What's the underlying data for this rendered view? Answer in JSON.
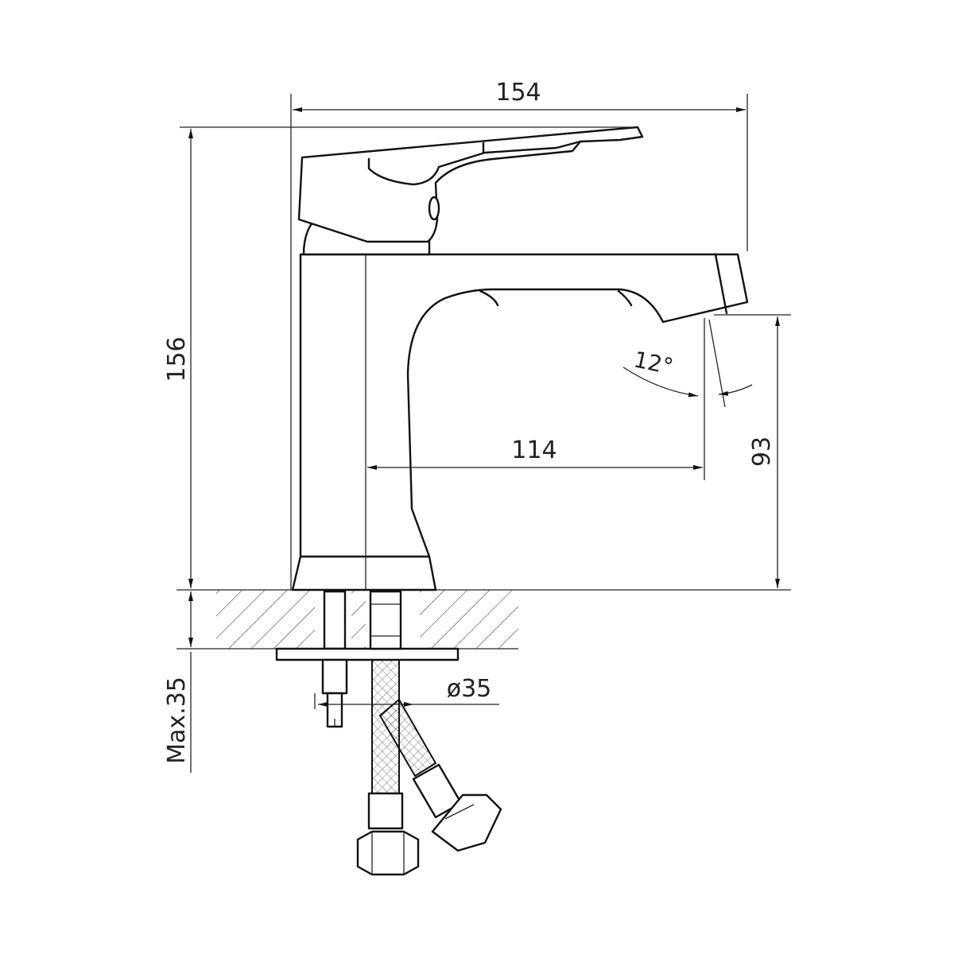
{
  "dimensions": {
    "overall_width": "154",
    "overall_height": "156",
    "spout_reach": "114",
    "spout_height": "93",
    "spout_angle": "12°",
    "countertop_thickness": "Max.35",
    "hole_diameter": "ø35"
  }
}
